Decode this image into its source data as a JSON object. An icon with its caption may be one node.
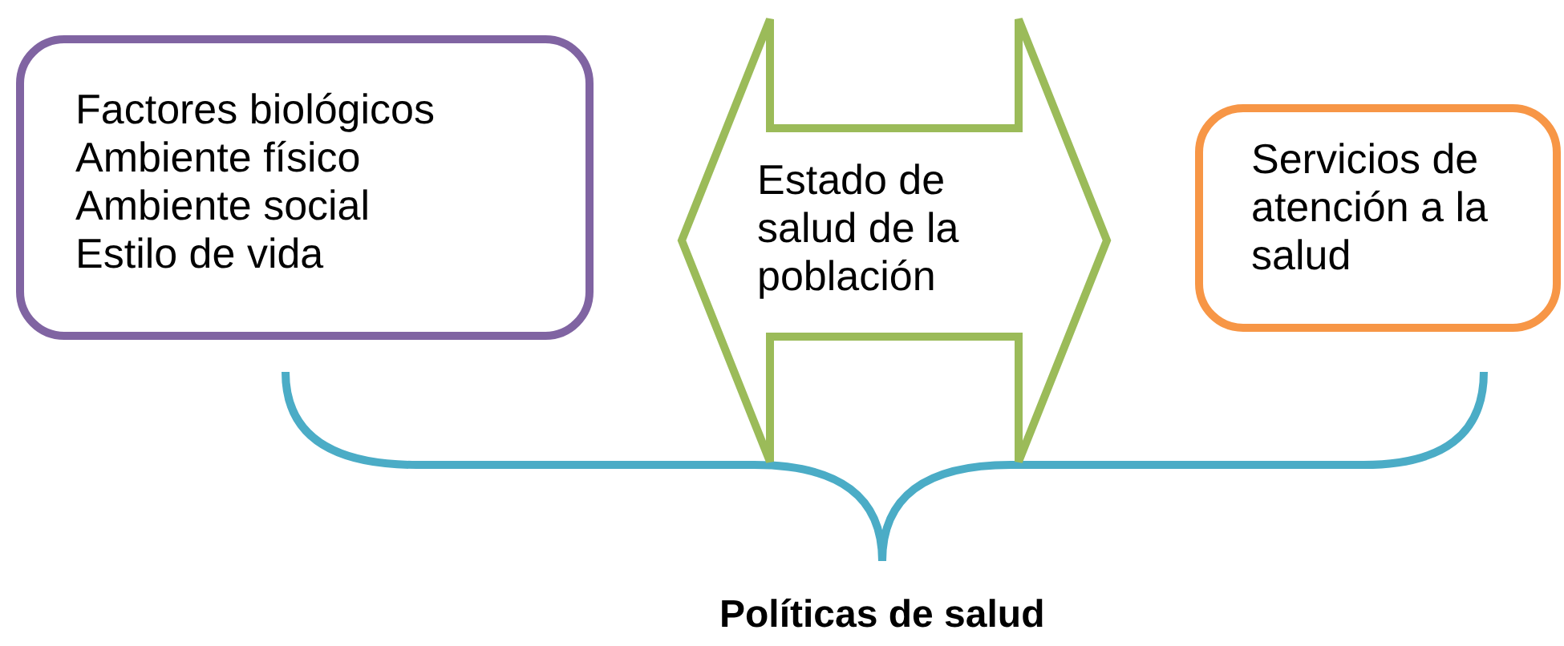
{
  "diagram": {
    "nodes": [
      {
        "text": [
          "Factores biológicos",
          "Ambiente físico",
          "Ambiente social",
          "Estilo de vida"
        ]
      },
      {
        "text": [
          "Estado de salud de la población"
        ]
      },
      {
        "text": [
          "Servicios de atención a la salud"
        ]
      }
    ],
    "labels": [
      "Políticas de salud"
    ]
  }
}
